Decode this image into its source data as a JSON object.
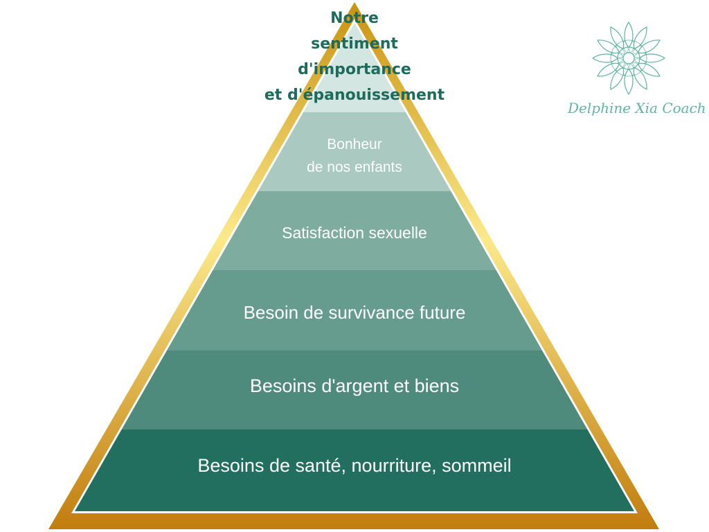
{
  "apex": {
    "lines": [
      "Notre",
      "sentiment",
      "d'importance",
      "et d'épanouissement"
    ]
  },
  "tiers": [
    {
      "line1": "Bonheur",
      "line2": "de nos enfants"
    },
    {
      "label": "Satisfaction sexuelle"
    },
    {
      "label": "Besoin de survivance future"
    },
    {
      "label": "Besoins d'argent et biens"
    },
    {
      "label": "Besoins de santé, nourriture, sommeil"
    }
  ],
  "logo": {
    "text": "Delphine Xia Coach"
  },
  "colors": {
    "apex_fill": "#d3e6e1",
    "tier_fills": [
      "#a9c9c1",
      "#7eac9f",
      "#669c8e",
      "#4f8b7c",
      "#226f5f"
    ],
    "frame_gold_light": "#fbe98a",
    "frame_gold_dark": "#c27d0e",
    "inner_border": "#ffffff",
    "title_text": "#1d6b5c",
    "logo_color": "#5fb5a3"
  },
  "icons": [
    "mandala-icon"
  ]
}
